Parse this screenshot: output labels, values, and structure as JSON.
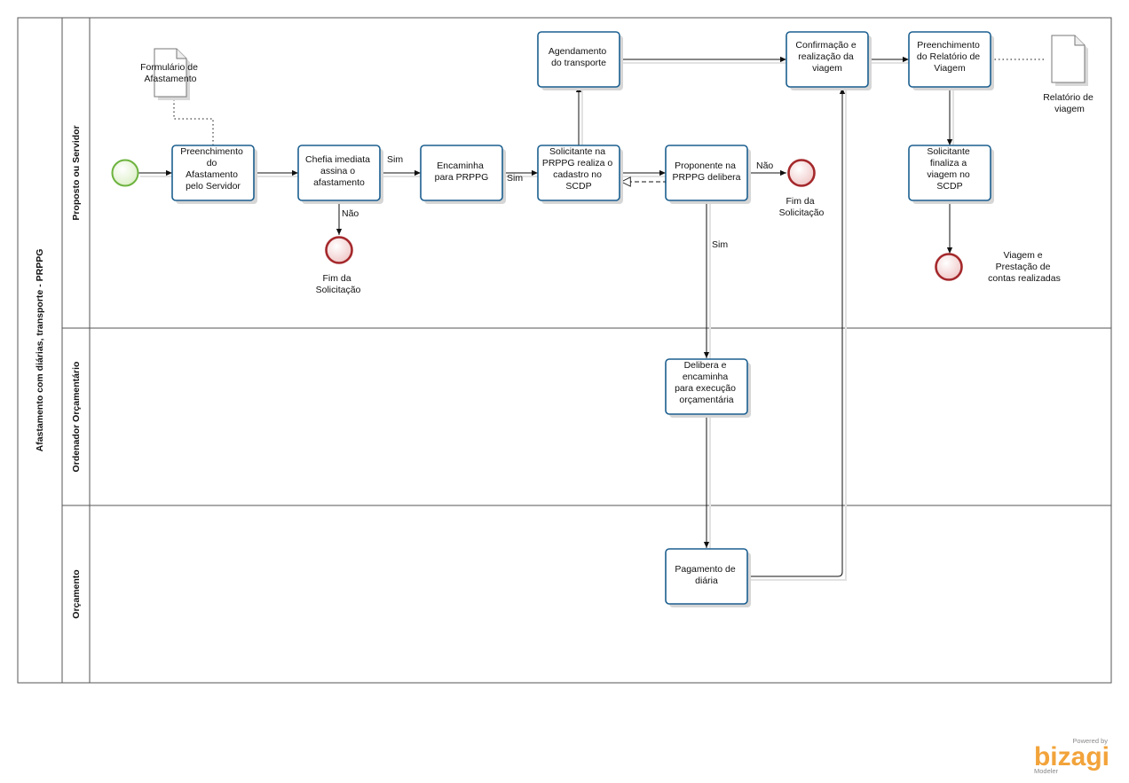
{
  "pool": {
    "title": "Afastamento com diárias, transporte - PRPPG"
  },
  "lanes": [
    {
      "name": "Proposto ou Servidor"
    },
    {
      "name": "Ordenador Orçamentário"
    },
    {
      "name": "Orçamento"
    }
  ],
  "tasks": {
    "preenchimento": [
      "Preenchimento",
      "do",
      "Afastamento",
      "pelo Servidor"
    ],
    "chefia": [
      "Chefia imediata",
      "assina o",
      "afastamento"
    ],
    "encaminha": [
      "Encaminha",
      "para PRPPG"
    ],
    "solicitante_cadastro": [
      "Solicitante na",
      "PRPPG realiza o",
      "cadastro no",
      "SCDP"
    ],
    "agendamento": [
      "Agendamento",
      "do transporte"
    ],
    "proponente": [
      "Proponente na",
      "PRPPG delibera"
    ],
    "confirmacao": [
      "Confirmação e",
      "realização da",
      "viagem"
    ],
    "relatorio": [
      "Preenchimento",
      "do Relatório de",
      "Viagem"
    ],
    "finaliza": [
      "Solicitante",
      "finaliza a",
      "viagem no",
      "SCDP"
    ],
    "delibera": [
      "Delibera e",
      "encaminha",
      "para execução",
      "orçamentária"
    ],
    "pagamento": [
      "Pagamento de",
      "diária"
    ]
  },
  "documents": {
    "formulario": [
      "Formulário de",
      "Afastamento"
    ],
    "relatorio": [
      "Relatório de",
      "viagem"
    ]
  },
  "end_events": {
    "fim1": [
      "Fim da",
      "Solicitação"
    ],
    "fim2": [
      "Fim da",
      "Solicitação"
    ],
    "fim3": [
      "Viagem e",
      "Prestação de",
      "contas realizadas"
    ]
  },
  "flow_labels": {
    "chefia_sim": "Sim",
    "chefia_nao": "Não",
    "encaminha_sim": "Sim",
    "proponente_nao": "Não",
    "proponente_sim": "Sim"
  },
  "footer": {
    "powered_by": "Powered by",
    "brand": "bizagi",
    "product": "Modeler"
  },
  "colors": {
    "task_border": "#1c5f8f",
    "start_stroke": "#6db33f",
    "start_fill": "#e9f6dc",
    "end_stroke": "#a4282b",
    "end_fill": "#f5d5d5",
    "brand": "#f2a33a"
  }
}
